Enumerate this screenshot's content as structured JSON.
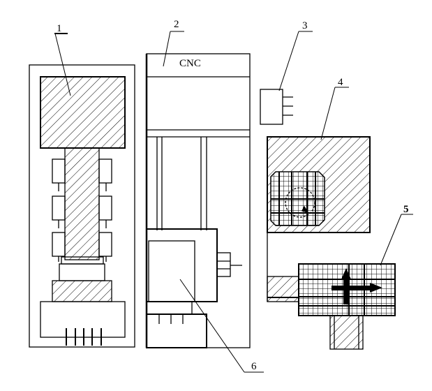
{
  "labels": {
    "l1": "1",
    "l2": "2",
    "l3": "3",
    "l4": "4",
    "l5": "5",
    "l6": "6"
  },
  "machine": {
    "title": "CNC"
  }
}
